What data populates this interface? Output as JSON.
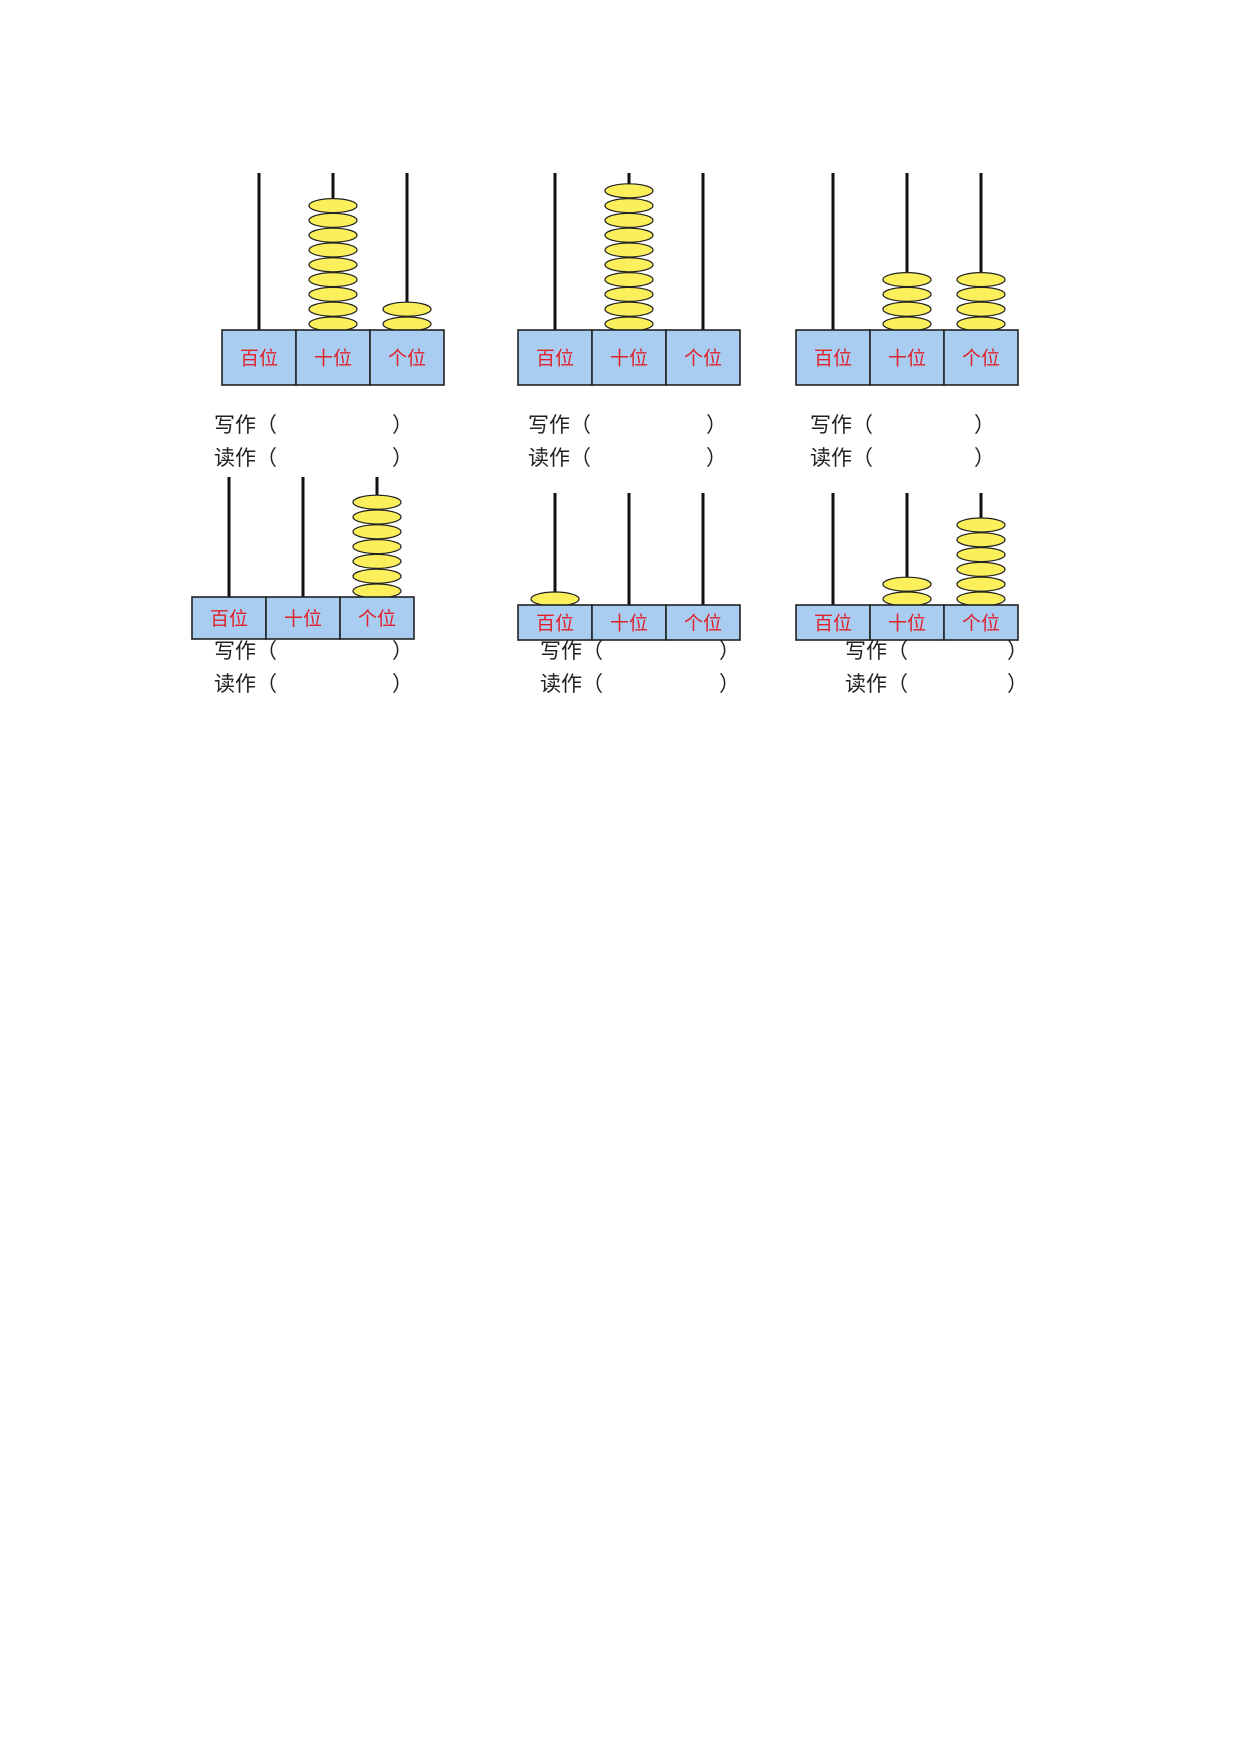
{
  "column_labels": {
    "hundreds": "百位",
    "tens": "十位",
    "ones": "个位"
  },
  "prompts": {
    "write_label": "写作（",
    "read_label": "读作（",
    "close_paren": "）"
  },
  "colors": {
    "bead_fill": "#fbf05c",
    "base_fill": "#a8cdf0",
    "label_text": "#e0202a",
    "rod": "#111111"
  },
  "abacuses": [
    {
      "beads": {
        "hundreds": 0,
        "tens": 9,
        "ones": 2
      }
    },
    {
      "beads": {
        "hundreds": 0,
        "tens": 10,
        "ones": 0
      }
    },
    {
      "beads": {
        "hundreds": 0,
        "tens": 4,
        "ones": 4
      }
    },
    {
      "beads": {
        "hundreds": 0,
        "tens": 0,
        "ones": 7
      }
    },
    {
      "beads": {
        "hundreds": 1,
        "tens": 0,
        "ones": 0
      }
    },
    {
      "beads": {
        "hundreds": 0,
        "tens": 2,
        "ones": 6
      }
    }
  ]
}
